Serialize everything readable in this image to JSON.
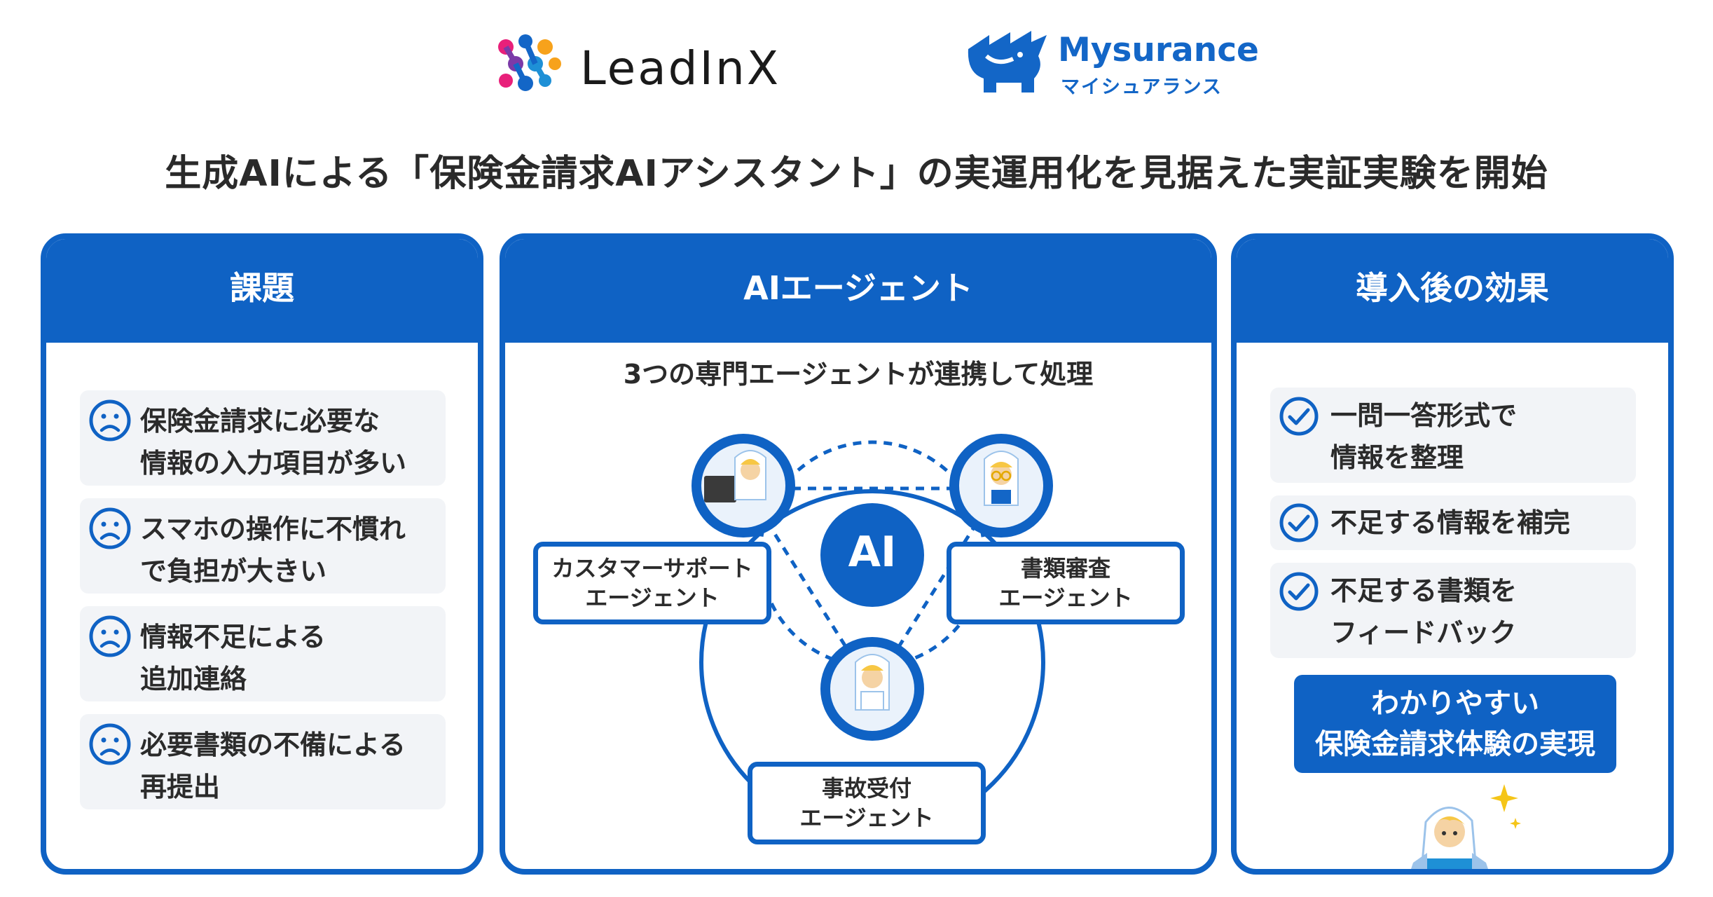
{
  "logos": {
    "leadinx": "LeadInX",
    "mysurance": "Mysurance",
    "mysurance_kana": "マイシュアランス"
  },
  "headline": "生成AIによる「保険金請求AIアシスタント」の実運用化を見据えた実証実験を開始",
  "problems": {
    "title": "課題",
    "items": [
      {
        "line1": "保険金請求に必要な",
        "line2": "情報の入力項目が多い",
        "icon": "sad-face-icon"
      },
      {
        "line1": "スマホの操作に不慣れ",
        "line2": "で負担が大きい",
        "icon": "sad-face-icon"
      },
      {
        "line1": "情報不足による",
        "line2": "追加連絡",
        "icon": "sad-face-icon"
      },
      {
        "line1": "必要書類の不備による",
        "line2": "再提出",
        "icon": "sad-face-icon"
      }
    ]
  },
  "agents": {
    "title": "AIエージェント",
    "subtitle": "3つの専門エージェントが連携して処理",
    "center": "AI",
    "customer_support": {
      "line1": "カスタマーサポート",
      "line2": "エージェント"
    },
    "document_review": {
      "line1": "書類審査",
      "line2": "エージェント"
    },
    "accident_intake": {
      "line1": "事故受付",
      "line2": "エージェント"
    }
  },
  "effects": {
    "title": "導入後の効果",
    "items": [
      {
        "line1": "一問一答形式で",
        "line2": "情報を整理",
        "icon": "check-circle-icon"
      },
      {
        "line1": "不足する情報を補完",
        "line2": "",
        "icon": "check-circle-icon"
      },
      {
        "line1": "不足する書類を",
        "line2": "フィードバック",
        "icon": "check-circle-icon"
      }
    ],
    "result": {
      "line1": "わかりやすい",
      "line2": "保険金請求体験の実現"
    }
  },
  "colors": {
    "primary": "#0f62c4",
    "card_bg": "#f2f4f7",
    "text": "#2b2b2b"
  }
}
